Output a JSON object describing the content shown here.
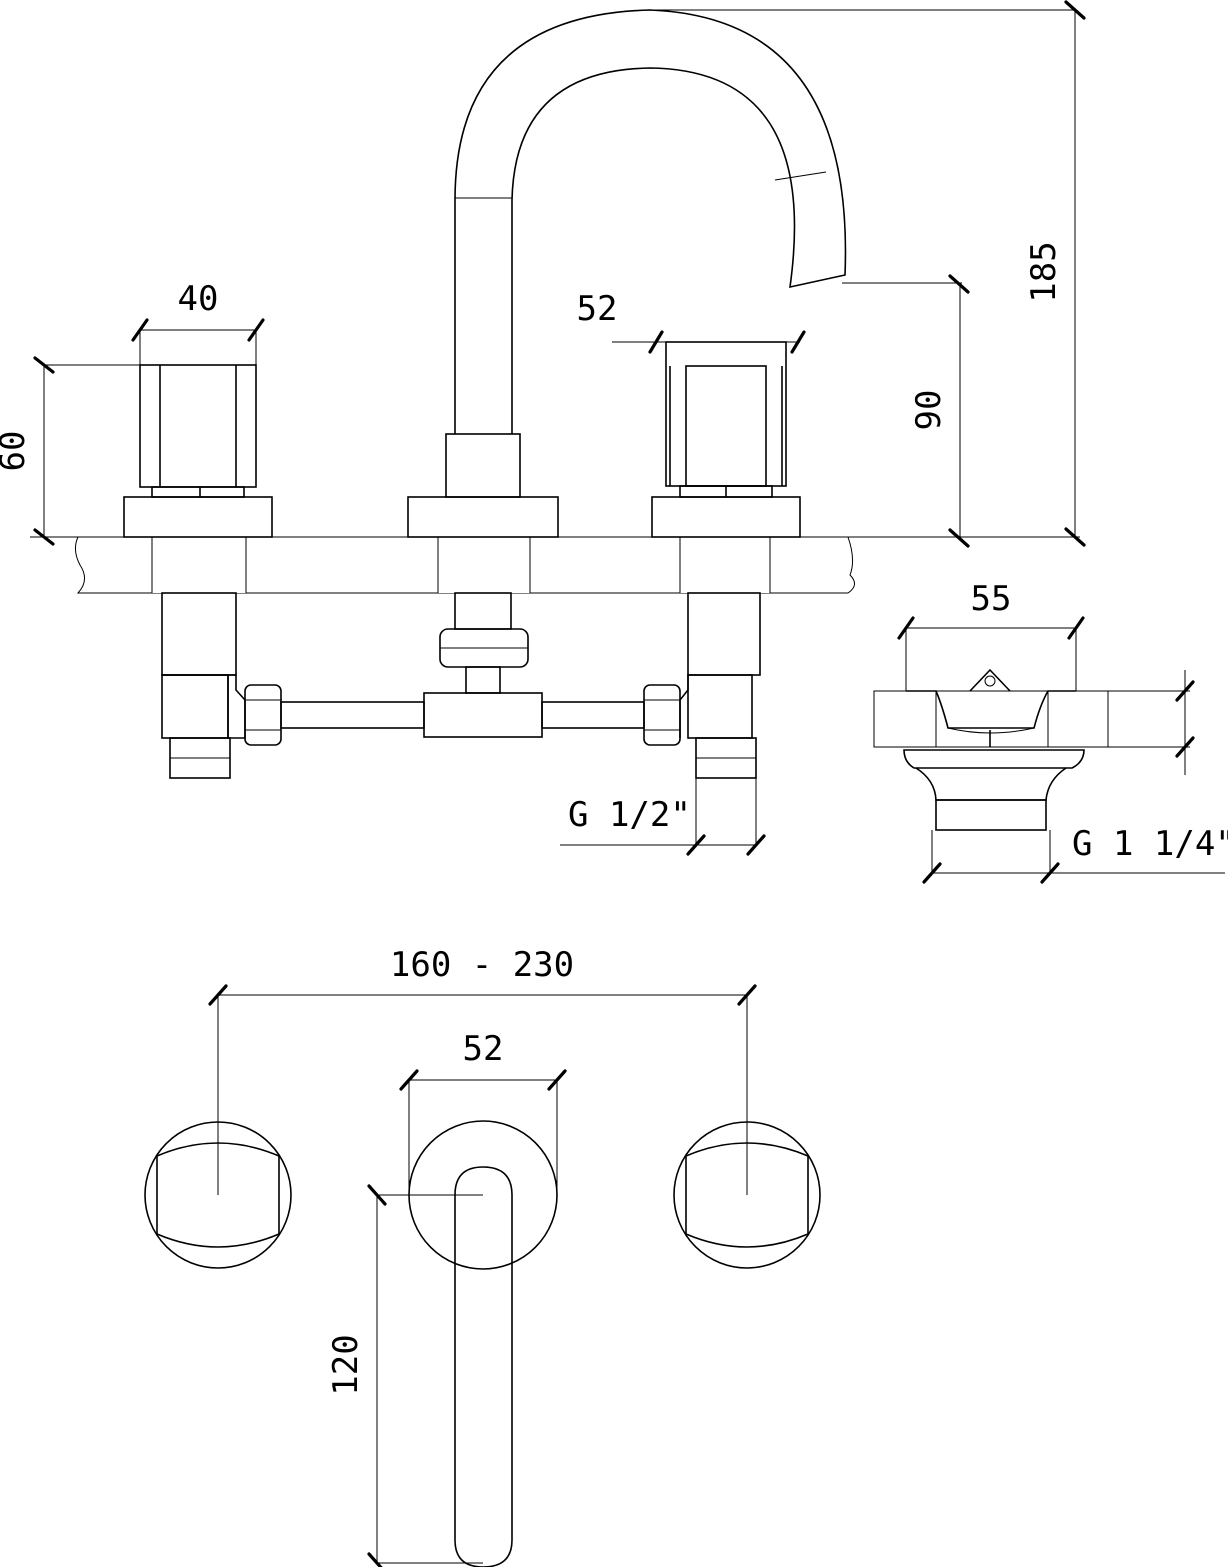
{
  "dimensions": {
    "knob_width": "40",
    "knob_height": "60",
    "right_knob_width": "52",
    "spout_outlet_height": "90",
    "total_height": "185",
    "drain_width": "55",
    "inlet_thread": "G 1/2\"",
    "drain_thread": "G 1 1/4\"",
    "spacing": "160 - 230",
    "spout_base_width": "52",
    "spout_reach": "120"
  },
  "colors": {
    "line": "#000000",
    "background": "#ffffff"
  }
}
